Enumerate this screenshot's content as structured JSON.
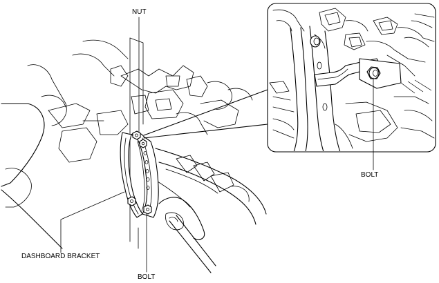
{
  "labels": {
    "nut": "NUT",
    "bolt_inset": "BOLT",
    "dashboard_bracket": "DASHBOARD BRACKET",
    "bolt_bottom": "BOLT"
  },
  "colors": {
    "line": "#000000",
    "background": "#ffffff"
  }
}
